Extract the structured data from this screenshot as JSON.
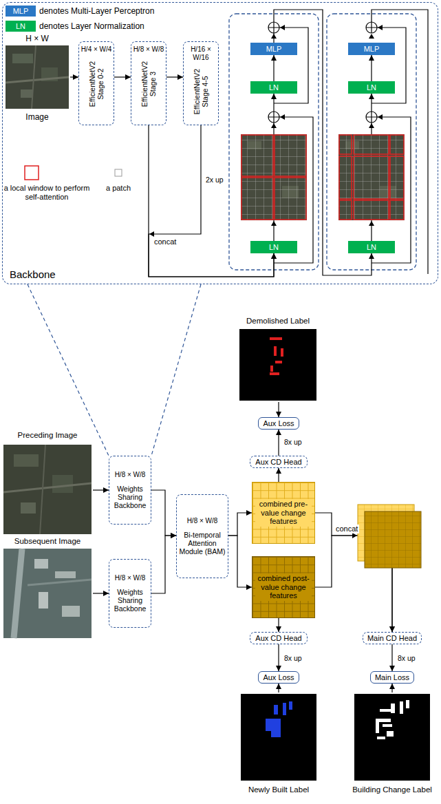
{
  "diagram": {
    "nodes": [
      {
        "text": [
          "Backbone"
        ]
      },
      {
        "text": [
          "H × W",
          "Image"
        ],
        "in": 0
      },
      {
        "text": [
          "H/4 × W/4",
          "EfficientNetV2 Stage 0-2"
        ],
        "in": 0
      },
      {
        "text": [
          "H/8 × W/8",
          "EfficientNetV2 Stage 3"
        ],
        "in": 0
      },
      {
        "text": [
          "H/16 × W/16",
          "EfficientNetV2 Stage 4-5"
        ],
        "in": 0
      },
      {
        "text": [
          "LN"
        ],
        "in": 0
      },
      {
        "text": [
          "LN"
        ],
        "in": 0
      },
      {
        "text": [
          "MLP"
        ],
        "in": 0
      },
      {
        "text": [
          "LN"
        ],
        "in": 0
      },
      {
        "text": [
          "LN"
        ],
        "in": 0
      },
      {
        "text": [
          "MLP"
        ],
        "in": 0
      },
      {
        "text": [
          "Demolished Label"
        ]
      },
      {
        "text": [
          "Aux Loss"
        ]
      },
      {
        "text": [
          "Aux CD Head"
        ]
      },
      {
        "text": [
          "Preceding Image"
        ]
      },
      {
        "text": [
          "H/8 × W/8",
          "Weights Sharing Backbone"
        ]
      },
      {
        "text": [
          "H/8 × W/8",
          "Bi-temporal Attention Module (BAM)"
        ]
      },
      {
        "text": [
          "combined pre-value change features"
        ]
      },
      {
        "text": [
          "Subsequent Image"
        ]
      },
      {
        "text": [
          "H/8 × W/8",
          "Weights Sharing Backbone"
        ]
      },
      {
        "text": [
          "combined post-value change features"
        ]
      },
      {
        "text": [
          "Aux CD Head"
        ]
      },
      {
        "text": [
          "Main CD Head"
        ]
      },
      {
        "text": [
          "Aux Loss"
        ]
      },
      {
        "text": [
          "Main Loss"
        ]
      },
      {
        "text": [
          "Newly Built Label"
        ]
      },
      {
        "text": [
          "Building Change Label"
        ]
      }
    ],
    "edges": [
      {
        "from": 1,
        "to": 2,
        "arrow": "to"
      },
      {
        "from": 2,
        "to": 3,
        "arrow": "to"
      },
      {
        "from": 3,
        "to": 4,
        "arrow": "to"
      },
      {
        "from": 3,
        "to": 5,
        "arrow": "to"
      },
      {
        "from": 4,
        "to": 5,
        "label": "2x up",
        "arrow": "to"
      },
      {
        "from": 5,
        "to": 6,
        "arrow": "to"
      },
      {
        "from": 6,
        "to": 7,
        "arrow": "to"
      },
      {
        "from": 7,
        "to": 8,
        "arrow": "to"
      },
      {
        "from": 8,
        "to": 9,
        "arrow": "to"
      },
      {
        "from": 9,
        "to": 10,
        "arrow": "to"
      },
      {
        "from": 14,
        "to": 15,
        "arrow": "to"
      },
      {
        "from": 18,
        "to": 19,
        "arrow": "to"
      },
      {
        "from": 15,
        "to": 16,
        "arrow": "to"
      },
      {
        "from": 19,
        "to": 16,
        "arrow": "to"
      },
      {
        "from": 16,
        "to": 17,
        "arrow": "to"
      },
      {
        "from": 16,
        "to": 20,
        "arrow": "to"
      },
      {
        "from": 17,
        "to": 13,
        "arrow": "to"
      },
      {
        "from": 13,
        "to": 12,
        "label": "8x up",
        "arrow": "to"
      },
      {
        "from": 11,
        "to": 12,
        "arrow": "to"
      },
      {
        "from": 20,
        "to": 21,
        "arrow": "to"
      },
      {
        "from": 21,
        "to": 23,
        "label": "8x up",
        "arrow": "to"
      },
      {
        "from": 25,
        "to": 23,
        "arrow": "to"
      },
      {
        "from": 17,
        "to": 22,
        "arrow": "to"
      },
      {
        "from": 20,
        "to": 22,
        "arrow": "to"
      },
      {
        "from": 22,
        "to": 24,
        "label": "8x up",
        "arrow": "to"
      },
      {
        "from": 26,
        "to": 24,
        "arrow": "to"
      }
    ],
    "labels": [
      "MLP",
      "LN",
      "concat",
      "concat"
    ],
    "legend": [
      {
        "text": "denotes Multi-Layer Perceptron",
        "color": "#2b78c5"
      },
      {
        "text": "denotes Layer Normalization",
        "color": "#00b050"
      },
      {
        "text": "a local window to perform self-attention"
      },
      {
        "text": "a patch"
      }
    ]
  }
}
